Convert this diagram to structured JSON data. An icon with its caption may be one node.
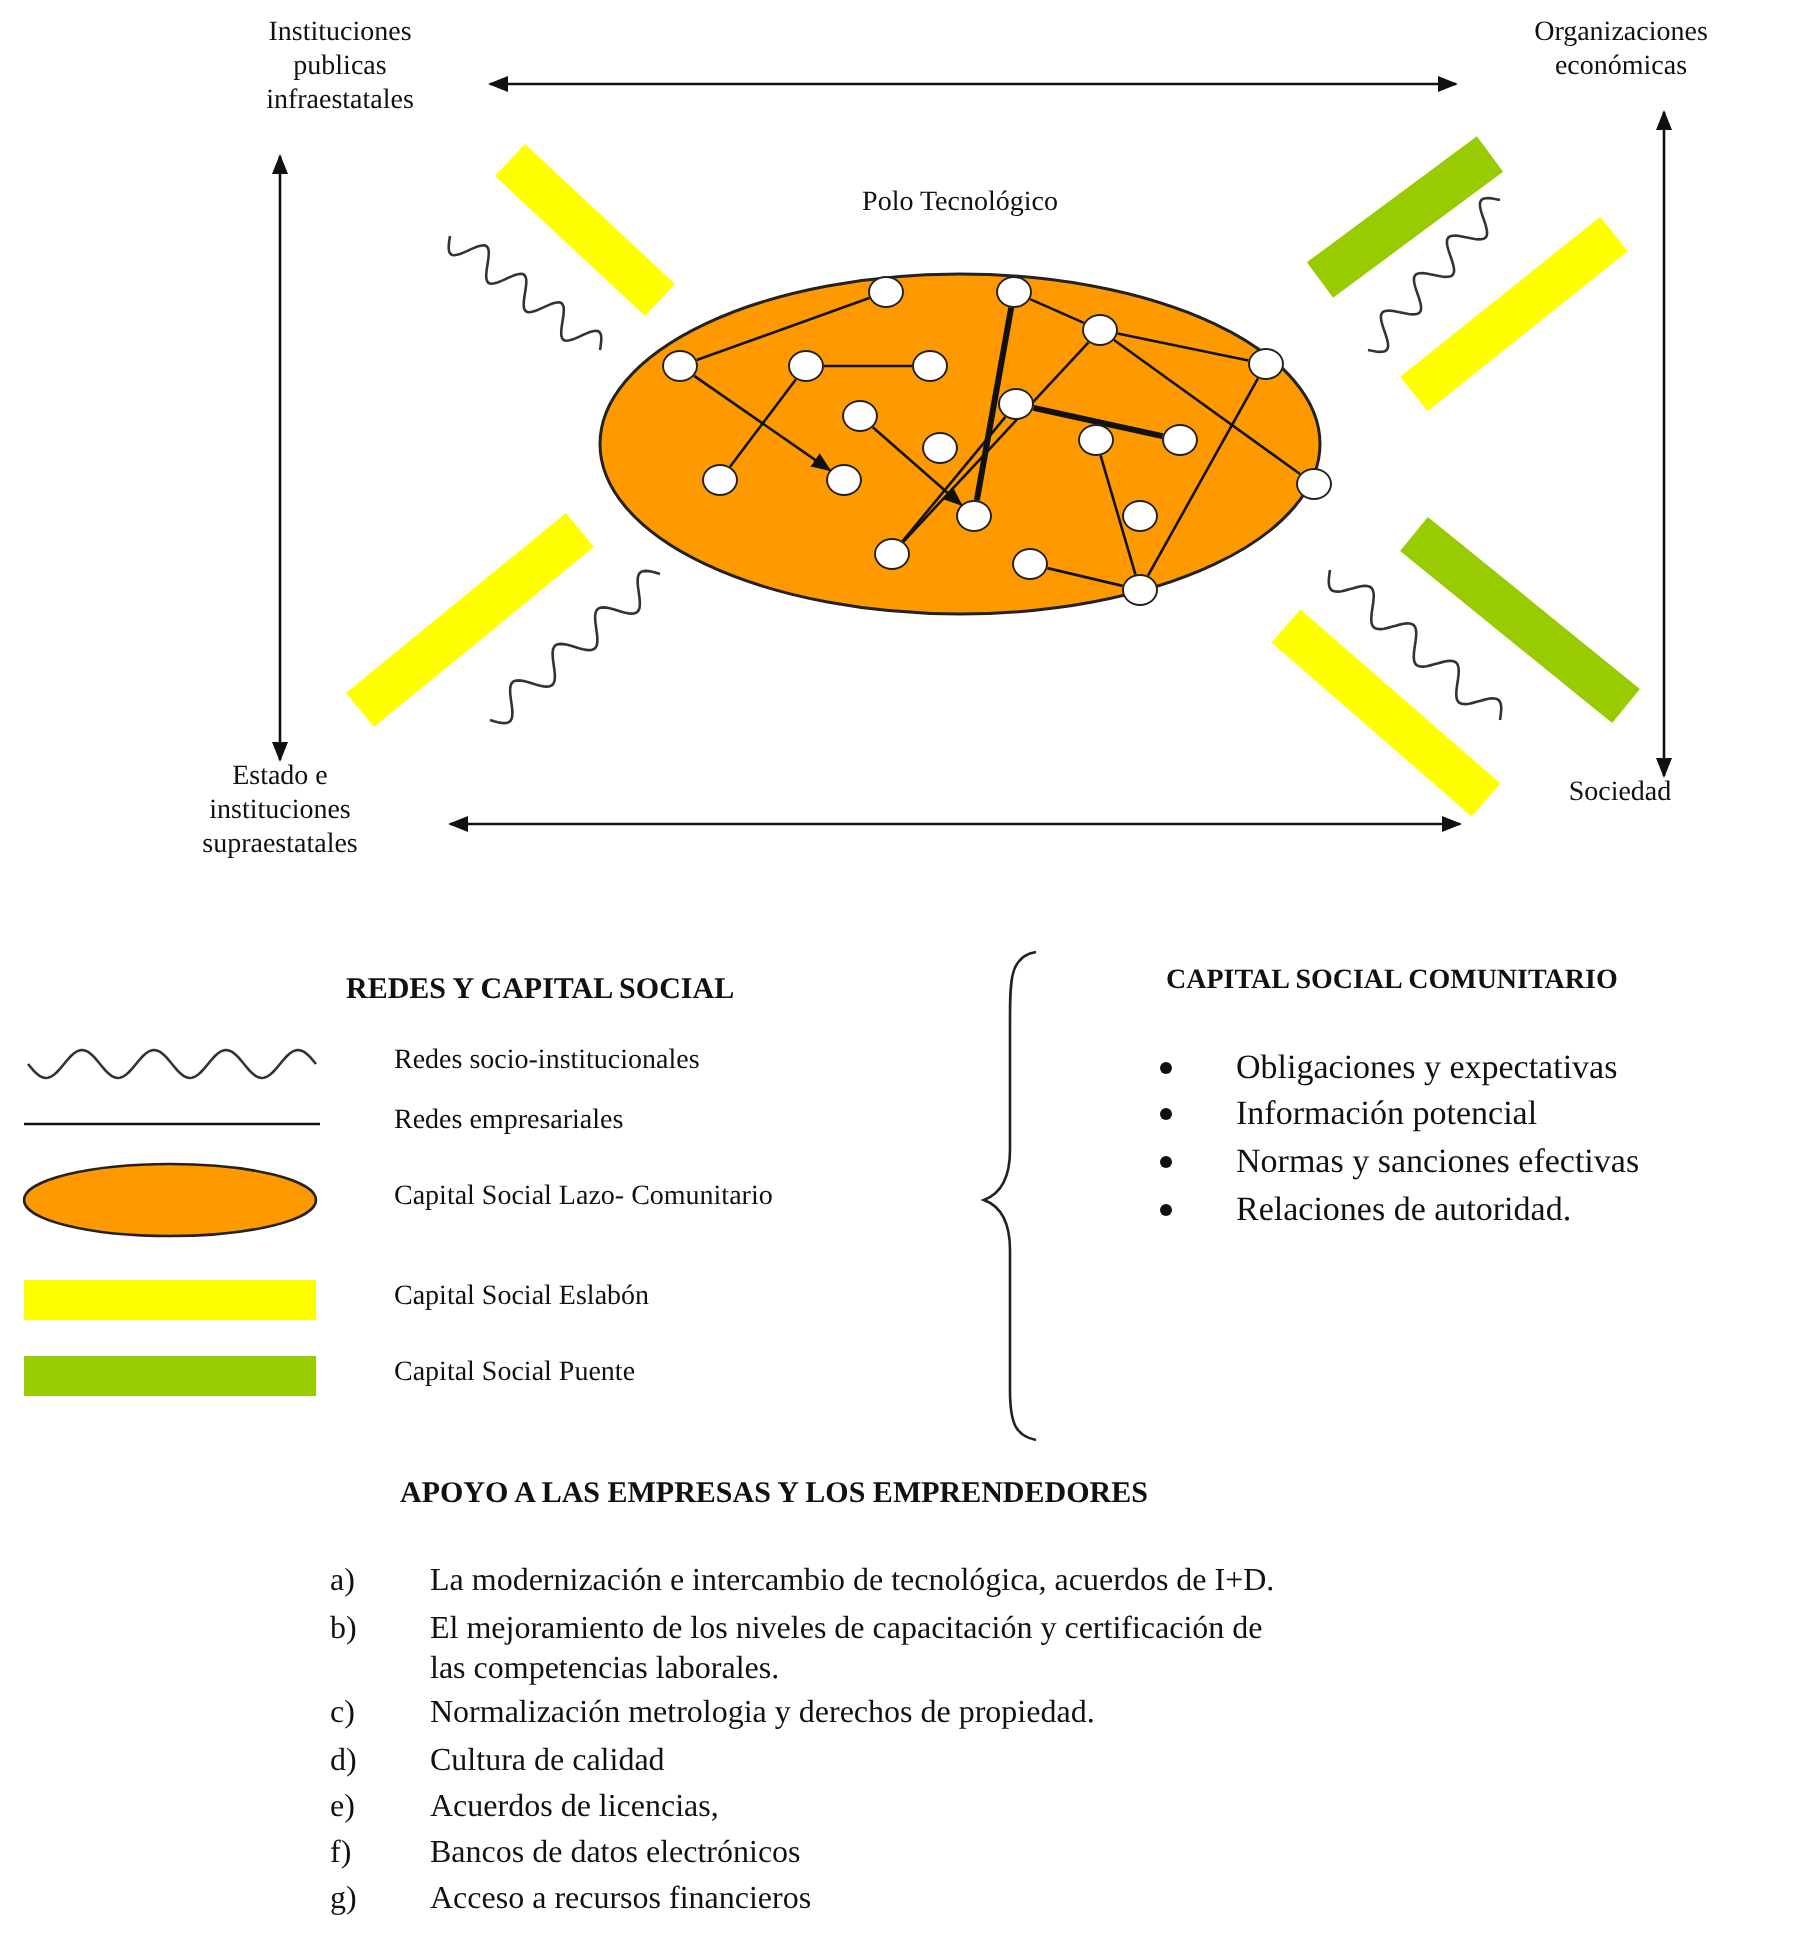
{
  "diagram": {
    "nodes": [
      {
        "text": [
          "Instituciones publicas infraestatales"
        ]
      },
      {
        "text": [
          "Organizaciones económicas"
        ]
      },
      {
        "text": [
          "Estado e instituciones supraestatales"
        ]
      },
      {
        "text": [
          "Sociedad"
        ]
      },
      {
        "text": [
          "Polo Tecnológico"
        ]
      },
      {
        "text": [],
        "shape": "circle",
        "in": 4
      },
      {
        "text": [],
        "shape": "circle",
        "in": 4
      },
      {
        "text": [],
        "shape": "circle",
        "in": 4
      },
      {
        "text": [],
        "shape": "circle",
        "in": 4
      },
      {
        "text": [],
        "shape": "circle",
        "in": 4
      },
      {
        "text": [],
        "shape": "circle",
        "in": 4
      },
      {
        "text": [],
        "shape": "circle",
        "in": 4
      },
      {
        "text": [],
        "shape": "circle",
        "in": 4
      },
      {
        "text": [],
        "shape": "circle",
        "in": 4
      },
      {
        "text": [],
        "shape": "circle",
        "in": 4
      },
      {
        "text": [],
        "shape": "circle",
        "in": 4
      },
      {
        "text": [],
        "shape": "circle",
        "in": 4
      },
      {
        "text": [],
        "shape": "circle",
        "in": 4
      },
      {
        "text": [],
        "shape": "circle",
        "in": 4
      },
      {
        "text": [],
        "shape": "circle",
        "in": 4
      },
      {
        "text": [],
        "shape": "circle",
        "in": 4
      },
      {
        "text": [],
        "shape": "circle",
        "in": 4
      },
      {
        "text": [],
        "shape": "circle",
        "in": 4
      },
      {
        "text": [],
        "shape": "circle",
        "in": 4
      },
      {
        "text": [],
        "shape": "circle",
        "in": 4
      }
    ],
    "edges": [
      {
        "from": 0,
        "to": 1,
        "arrow": "both"
      },
      {
        "from": 2,
        "to": 3,
        "arrow": "both"
      },
      {
        "from": 0,
        "to": 2,
        "arrow": "both"
      },
      {
        "from": 1,
        "to": 3,
        "arrow": "both"
      },
      {
        "from": 8,
        "to": 5,
        "arrow": "none"
      },
      {
        "from": 8,
        "to": 17,
        "arrow": "to"
      },
      {
        "from": 9,
        "to": 16,
        "arrow": "none"
      },
      {
        "from": 9,
        "to": 10,
        "arrow": "none"
      },
      {
        "from": 6,
        "to": 7,
        "arrow": "none"
      },
      {
        "from": 7,
        "to": 11,
        "arrow": "none"
      },
      {
        "from": 7,
        "to": 19,
        "arrow": "none"
      },
      {
        "from": 11,
        "to": 24,
        "arrow": "none"
      },
      {
        "from": 12,
        "to": 20,
        "arrow": "to"
      },
      {
        "from": 13,
        "to": 22,
        "arrow": "none"
      },
      {
        "from": 6,
        "to": 20,
        "arrow": "none",
        "style": "thick"
      },
      {
        "from": 13,
        "to": 15,
        "arrow": "none",
        "style": "thick"
      },
      {
        "from": 14,
        "to": 24,
        "arrow": "none"
      },
      {
        "from": 23,
        "to": 24,
        "arrow": "none"
      },
      {
        "from": 7,
        "to": 22,
        "arrow": "none"
      }
    ],
    "labels": [
      "REDES Y CAPITAL SOCIAL",
      "CAPITAL SOCIAL COMUNITARIO",
      "Obligaciones y expectativas",
      "Información potencial",
      "Normas y sanciones efectivas",
      "Relaciones de autoridad.",
      "APOYO A LAS EMPRESAS Y LOS EMPRENDEDORES",
      "a)",
      "La modernización  e intercambio de tecnológica, acuerdos de I+D.",
      "b)",
      "El mejoramiento de los niveles de capacitación y certificación de las competencias laborales.",
      "c)",
      "Normalización metrologia y derechos de propiedad.",
      "d)",
      "Cultura de calidad",
      "e)",
      "Acuerdos de licencias,",
      "f)",
      "Bancos de datos electrónicos",
      "g)",
      "Acceso a recursos financieros"
    ],
    "legend": [
      {
        "text": "Redes socio-institucionales"
      },
      {
        "text": "Redes empresariales"
      },
      {
        "text": "Capital Social Lazo- Comunitario"
      },
      {
        "text": "Capital Social Eslabón",
        "color": "#ffff00"
      },
      {
        "text": "Capital Social Puente",
        "color": "#99cc00"
      }
    ]
  }
}
